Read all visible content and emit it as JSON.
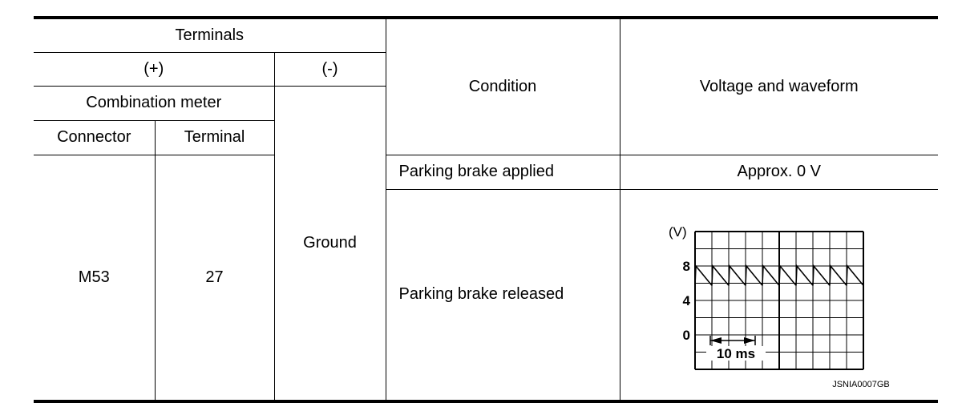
{
  "table": {
    "headers": {
      "terminals": "Terminals",
      "plus": "(+)",
      "minus": "(-)",
      "combination_meter": "Combination meter",
      "connector": "Connector",
      "terminal": "Terminal",
      "condition": "Condition",
      "voltage_waveform": "Voltage and waveform"
    },
    "body": {
      "connector_value": "M53",
      "terminal_value": "27",
      "minus_value": "Ground",
      "rows": [
        {
          "condition": "Parking brake applied",
          "voltage": "Approx. 0 V"
        },
        {
          "condition": "Parking brake released"
        }
      ]
    }
  },
  "waveform": {
    "unit_label": "(V)",
    "y_labels": [
      "8",
      "4",
      "0"
    ],
    "time_label": "10 ms",
    "ref_code": "JSNIA0007GB",
    "peak_voltage": 8,
    "sawtooth_cycles": 10
  }
}
